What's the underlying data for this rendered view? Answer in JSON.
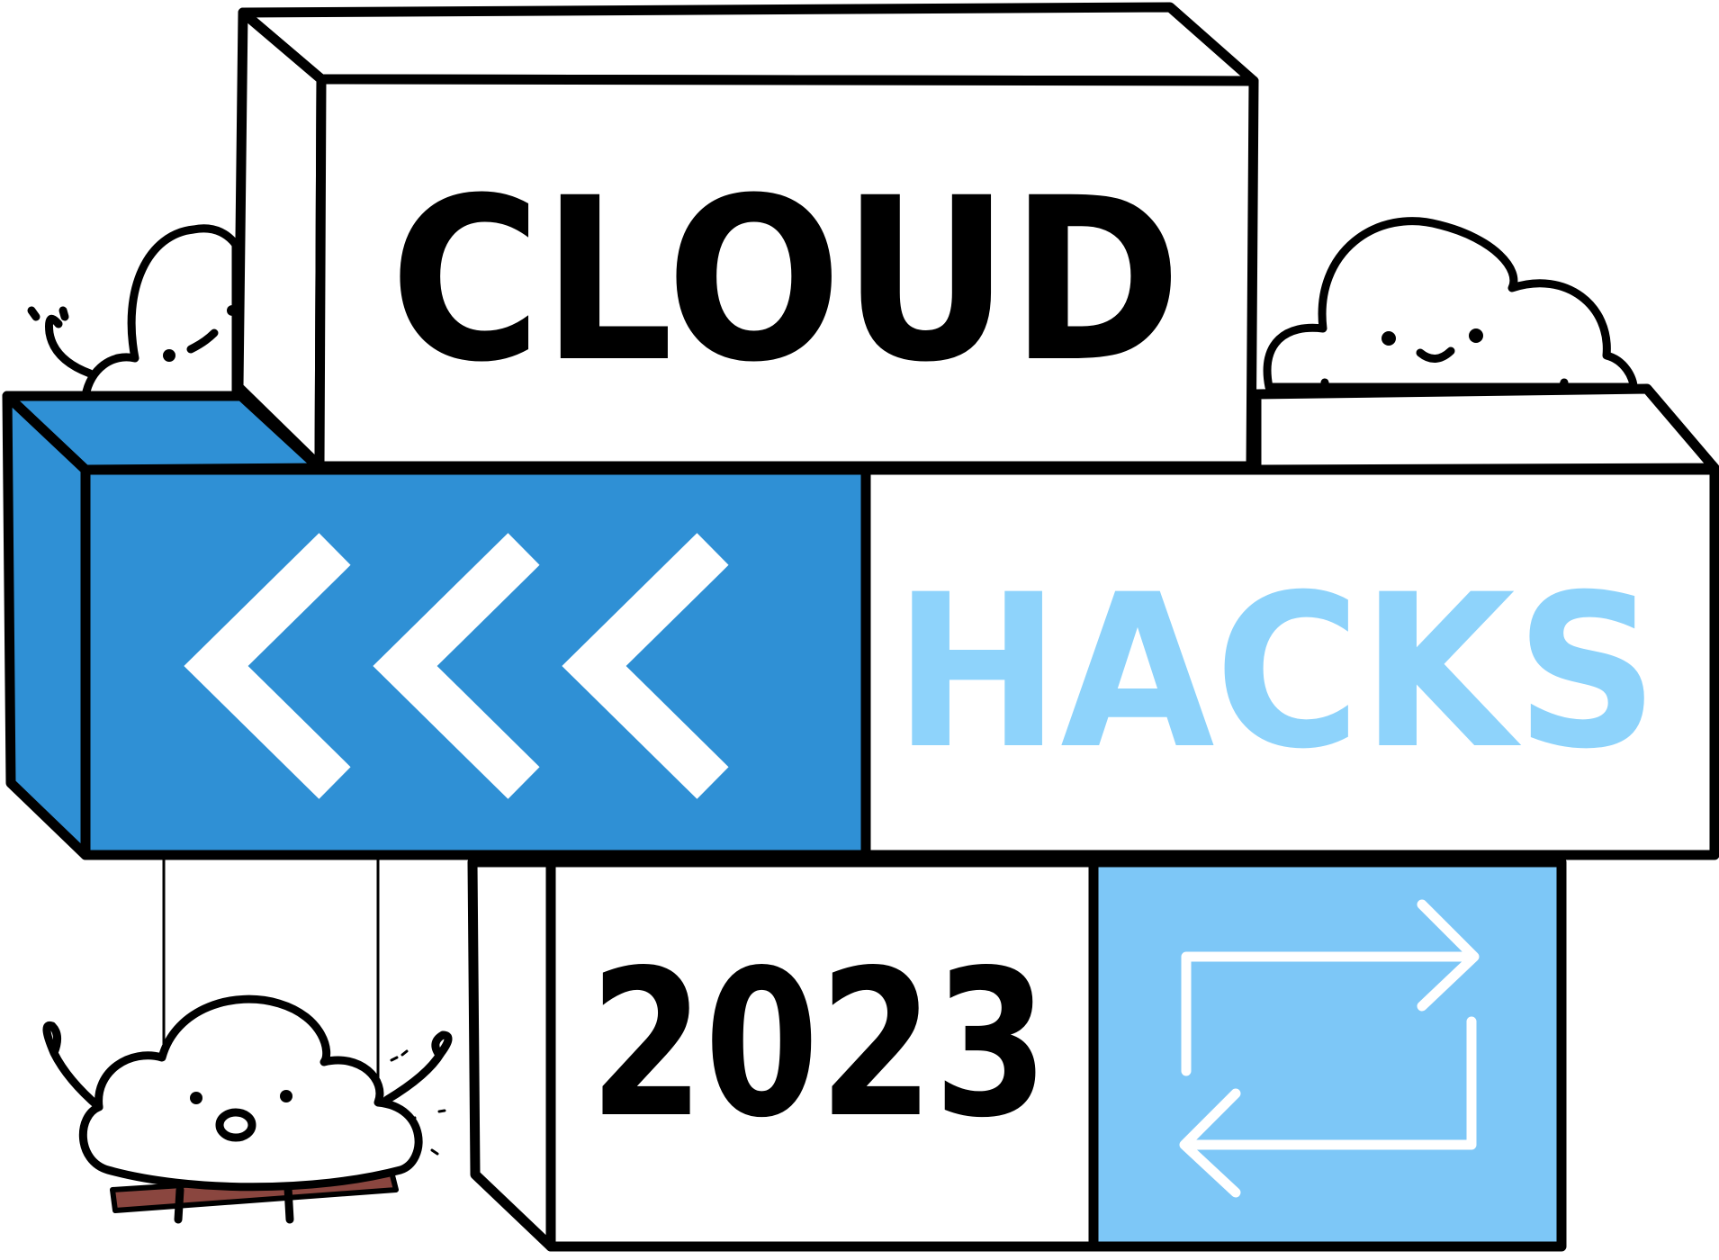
{
  "logo": {
    "word_top": "CLOUD",
    "word_middle": "HACKS",
    "word_bottom": "2023"
  },
  "colors": {
    "outline": "#000000",
    "box_fill": "#ffffff",
    "blue_dark": "#2f90d5",
    "blue_light_text": "#8ed3fb",
    "blue_light_box": "#7dc7f7",
    "arrow_white": "#ffffff",
    "swing_seat": "#8a463f",
    "text_black": "#000000"
  },
  "icons": {
    "chevrons": "triple-chevron-left-icon",
    "repeat": "repeat-arrows-icon",
    "mascots": [
      "cloud-mascot-left-icon",
      "cloud-mascot-right-icon",
      "cloud-mascot-swing-icon"
    ]
  }
}
